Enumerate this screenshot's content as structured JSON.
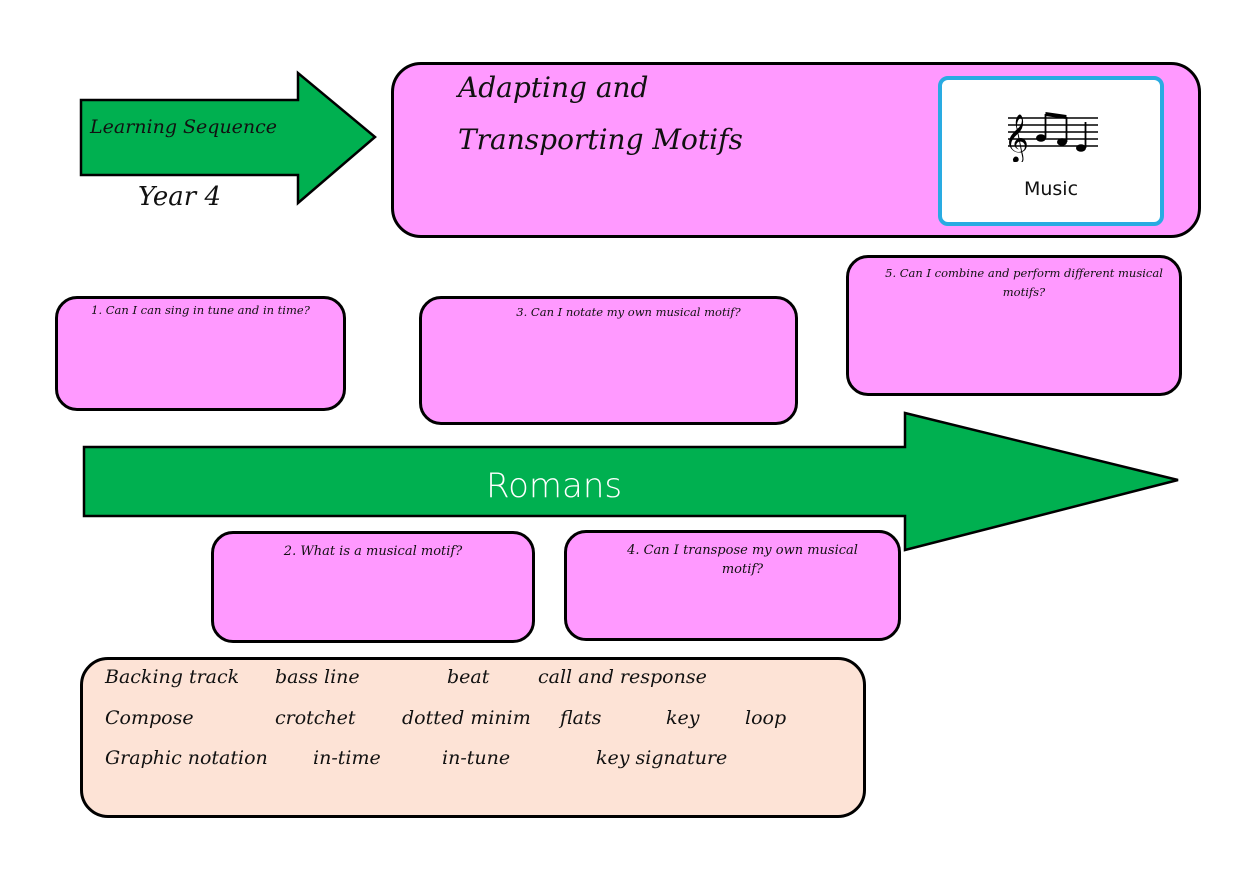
{
  "header": {
    "sequence_label": "Learning Sequence",
    "year": "Year 4",
    "title_line1": "Adapting and",
    "title_line2": "Transporting Motifs",
    "subject": "Music",
    "subject_icon": "music-staff-icon"
  },
  "topic": "Romans",
  "questions": [
    {
      "number": "1",
      "text": "1. Can I can sing in tune and in time?"
    },
    {
      "number": "2",
      "text": "2. What is a musical motif?"
    },
    {
      "number": "3",
      "text": "3. Can I notate my own musical motif?"
    },
    {
      "number": "4",
      "text": "4. Can I transpose my own musical motif?"
    },
    {
      "number": "5",
      "text": "5. Can I combine and perform different musical motifs?"
    }
  ],
  "vocabulary": {
    "rows": [
      [
        "Backing track",
        "bass line",
        "beat",
        "call and response"
      ],
      [
        "Compose",
        "crotchet",
        "dotted minim",
        "flats",
        "key",
        "loop"
      ],
      [
        "Graphic notation",
        "in-time",
        "in-tune",
        "key signature"
      ]
    ]
  },
  "colors": {
    "arrow_green": "#00b050",
    "card_pink": "#ff99ff",
    "vocab_peach": "#fde3d6",
    "music_border": "#29abe2"
  }
}
